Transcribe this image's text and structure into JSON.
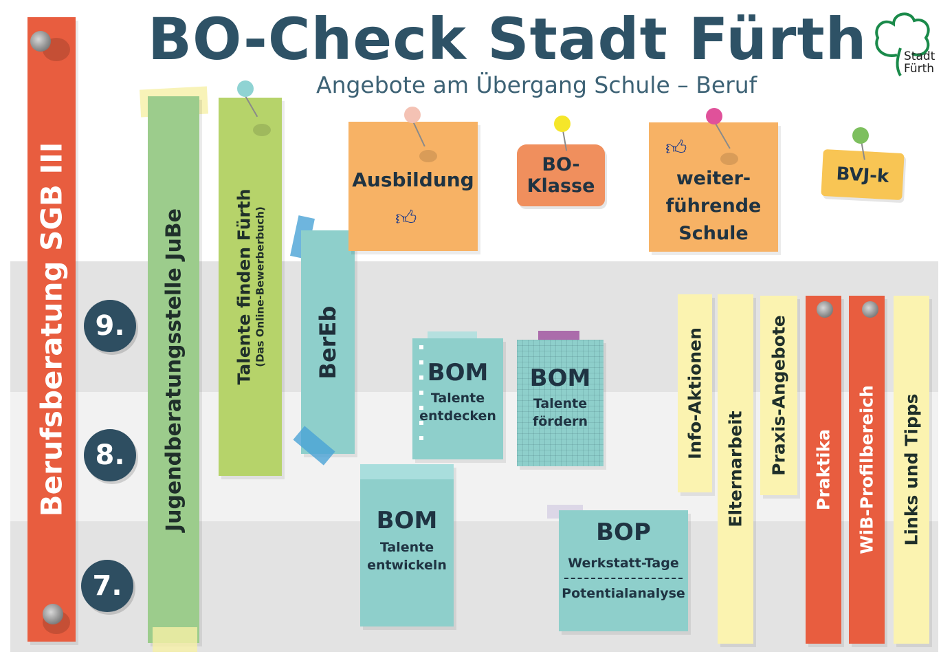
{
  "header": {
    "title": "BO-Check Stadt Fürth",
    "subtitle": "Angebote am Übergang Schule – Beruf",
    "logo_text_line1": "Stadt",
    "logo_text_line2": "Fürth"
  },
  "grades": [
    "9.",
    "8.",
    "7."
  ],
  "vertical_strips": {
    "berufsberatung": "Berufsberatung SGB III",
    "jube": "Jugendberatungsstelle JuBe",
    "talente_title": "Talente finden Fürth",
    "talente_sub": "(Das Online-Bewerberbuch)",
    "bereb": "BerEb"
  },
  "top_notes": {
    "ausbildung": "Ausbildung",
    "bo_klasse_1": "BO-",
    "bo_klasse_2": "Klasse",
    "weiter_1": "weiter-",
    "weiter_2": "führende",
    "weiter_3": "Schule",
    "bvj": "BVJ-k"
  },
  "bom_cards": [
    {
      "title": "BOM",
      "line1": "Talente",
      "line2": "entdecken"
    },
    {
      "title": "BOM",
      "line1": "Talente",
      "line2": "fördern"
    },
    {
      "title": "BOM",
      "line1": "Talente",
      "line2": "entwickeln"
    }
  ],
  "bop": {
    "title": "BOP",
    "line1": "Werkstatt-Tage",
    "line2": "Potentialanalyse"
  },
  "right_strips": [
    "Info-Aktionen",
    "Elternarbeit",
    "Praxis-Angebote",
    "Praktika",
    "WiB-Profilbereich",
    "Links und Tipps"
  ],
  "colors": {
    "title": "#2e5266",
    "grade_circle": "#2e4e61",
    "red_strip": "#e85d3f",
    "green_strip": "#9ccc8c",
    "lime_strip": "#b6d36a",
    "teal": "#8ecfcb",
    "orange_note": "#f7b265",
    "yellow_strip": "#fbf3b0",
    "band_gray": "#e4e4e4",
    "band_light": "#f2f2f2"
  }
}
